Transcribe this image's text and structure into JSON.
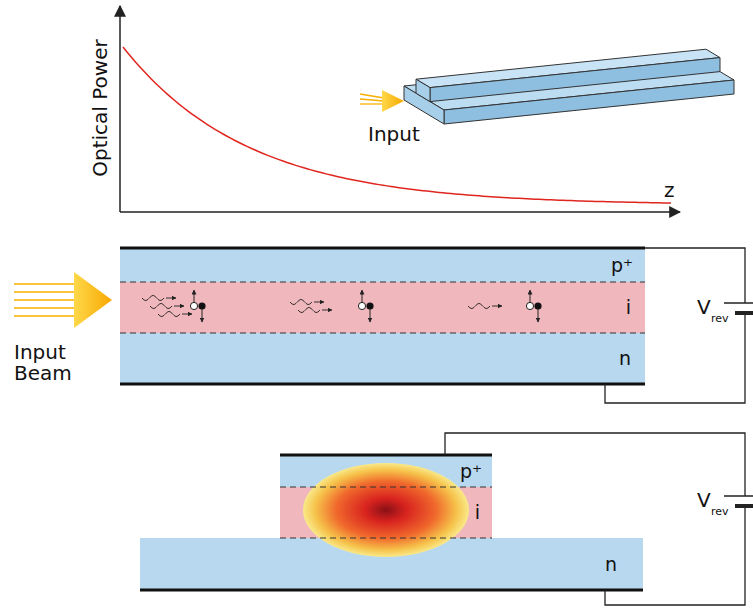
{
  "diagram": {
    "nodes": [
      {
        "text": [
          "p⁺"
        ]
      },
      {
        "text": [
          "i"
        ]
      },
      {
        "text": [
          "n"
        ]
      },
      {
        "text": [
          "p⁺"
        ]
      },
      {
        "text": [
          "i"
        ]
      },
      {
        "text": [
          "n"
        ]
      }
    ],
    "labels": [
      "Optical Power",
      "z",
      "Input",
      "Input Beam",
      "V",
      "rev",
      "V",
      "rev"
    ]
  }
}
